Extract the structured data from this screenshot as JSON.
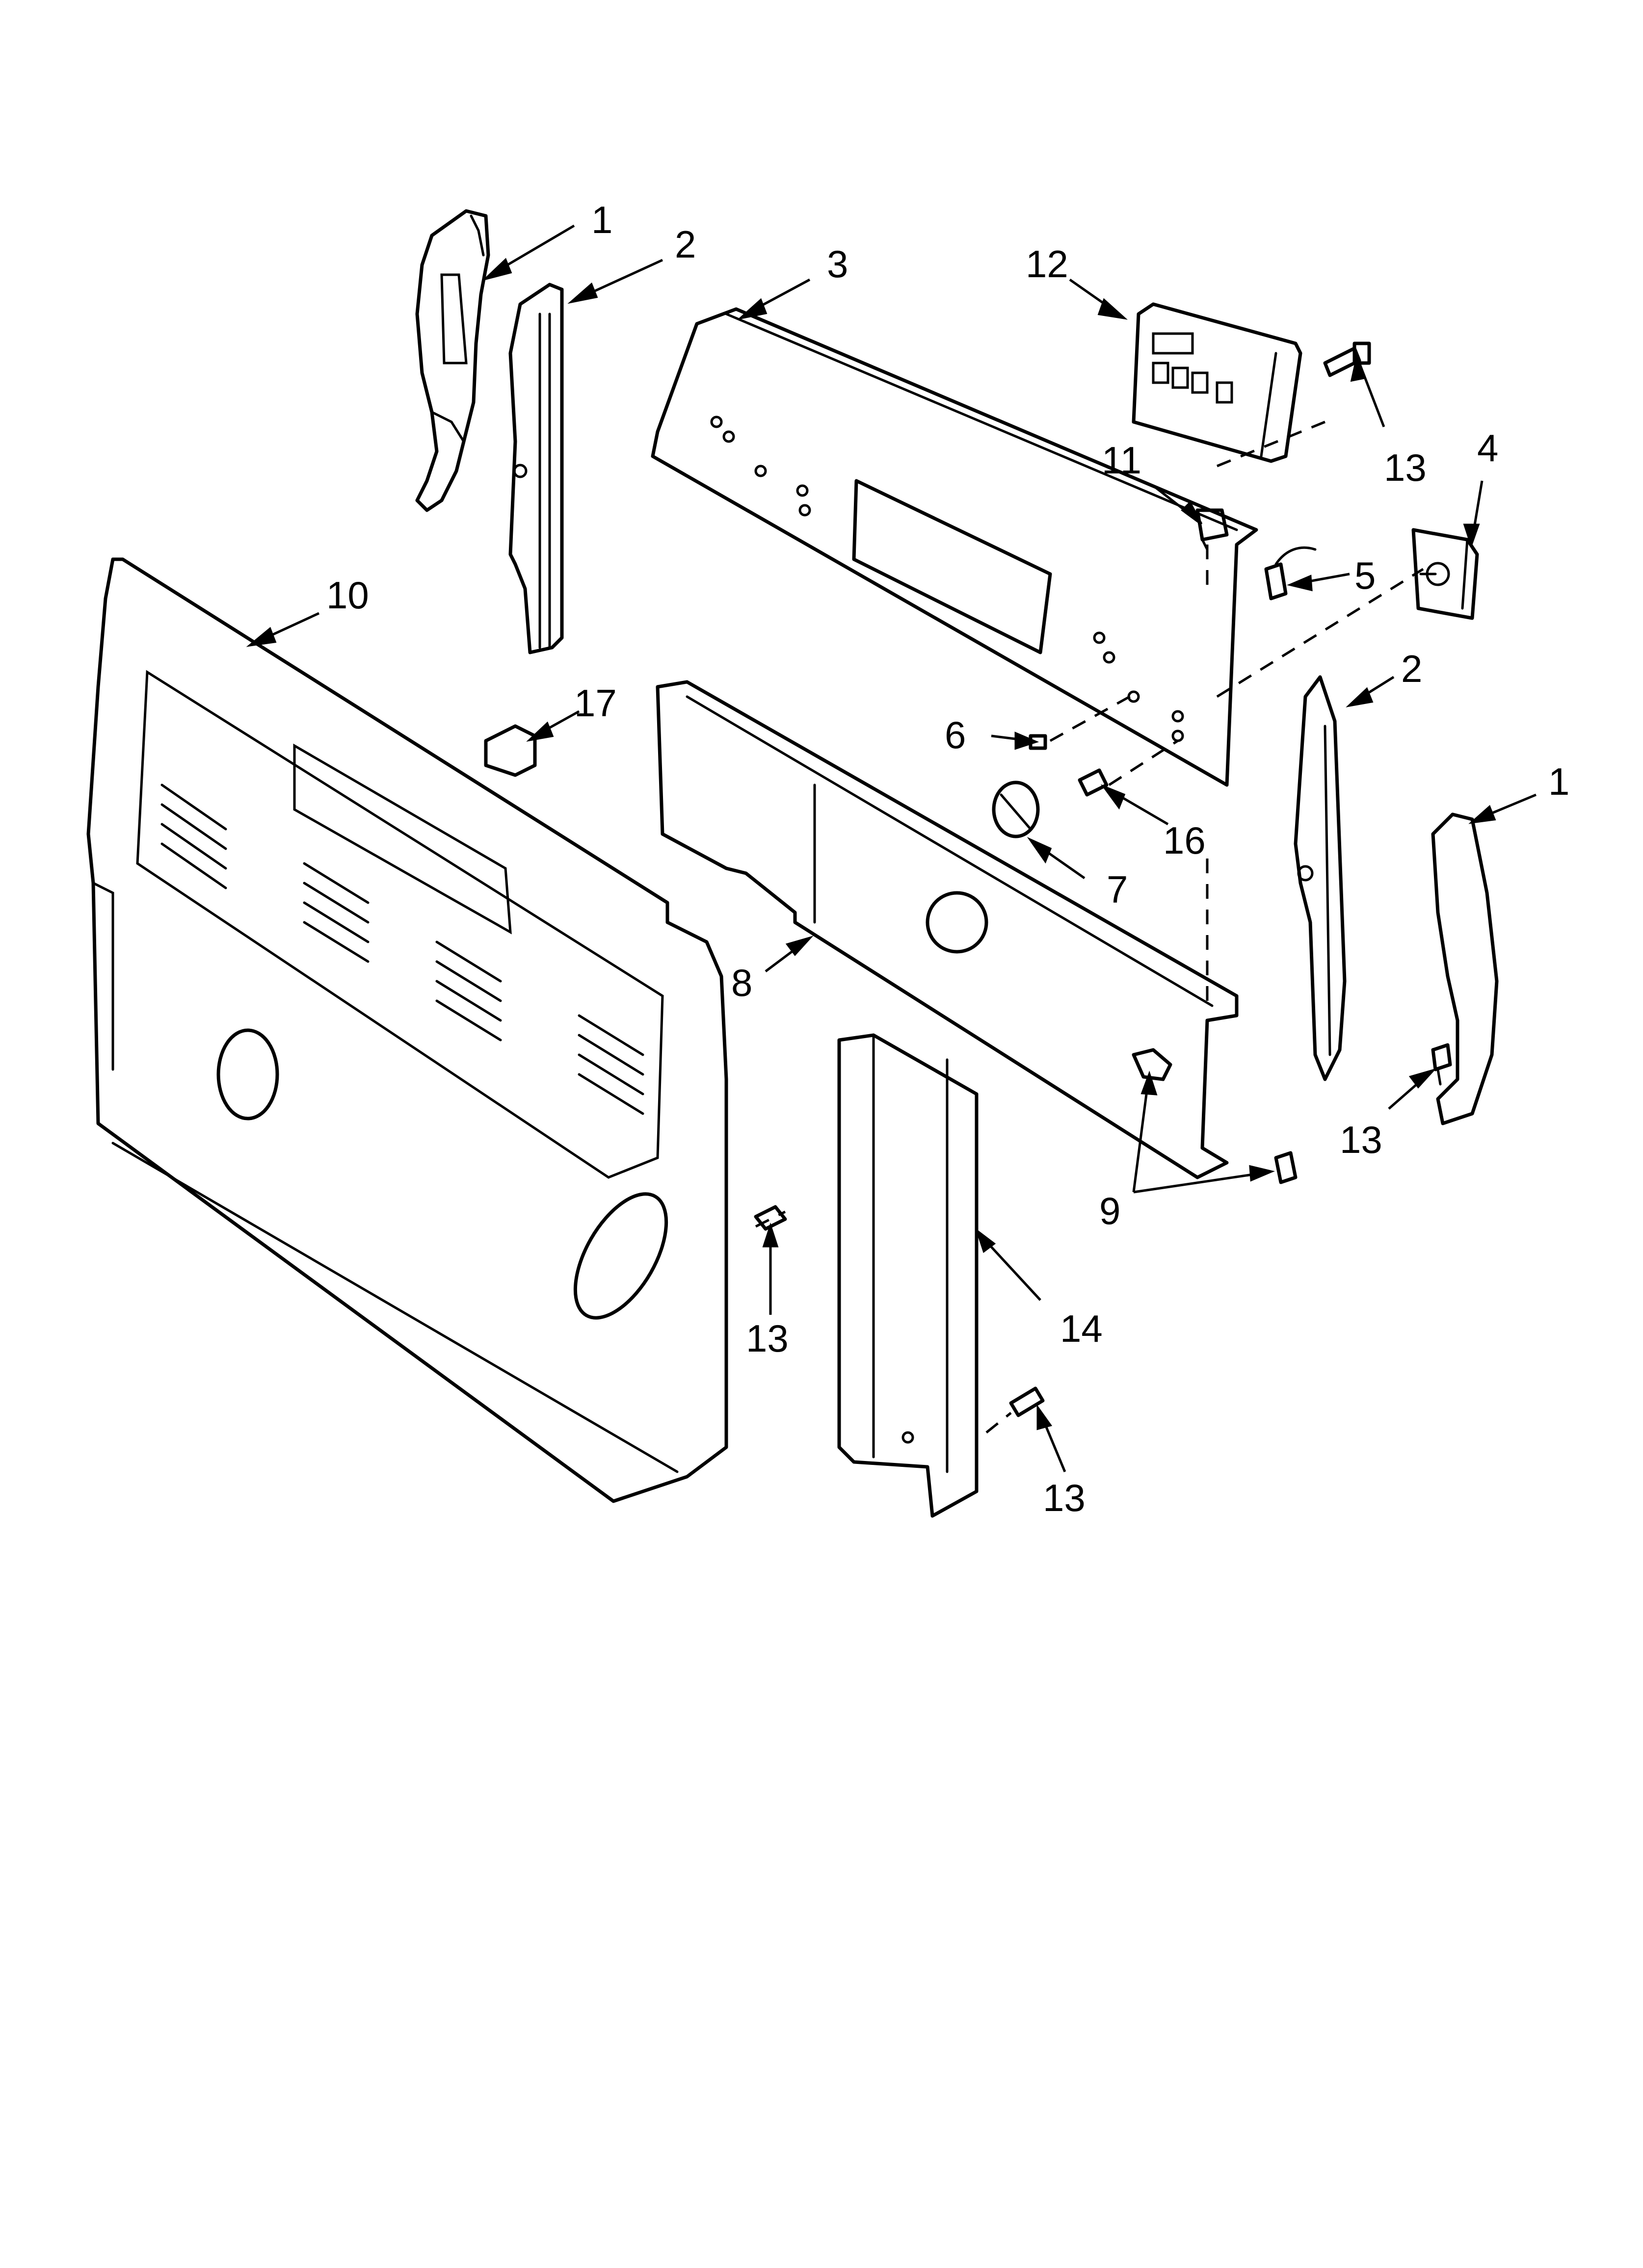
{
  "callouts": {
    "c1_left": "1",
    "c2_left": "2",
    "c3": "3",
    "c12": "12",
    "c13_top": "13",
    "c4": "4",
    "c11": "11",
    "c5": "5",
    "c10": "10",
    "c2_right": "2",
    "c17": "17",
    "c6": "6",
    "c16": "16",
    "c1_right": "1",
    "c7": "7",
    "c8": "8",
    "c13_right": "13",
    "c9": "9",
    "c13_mid": "13",
    "c14": "14",
    "c13_bottom": "13"
  }
}
